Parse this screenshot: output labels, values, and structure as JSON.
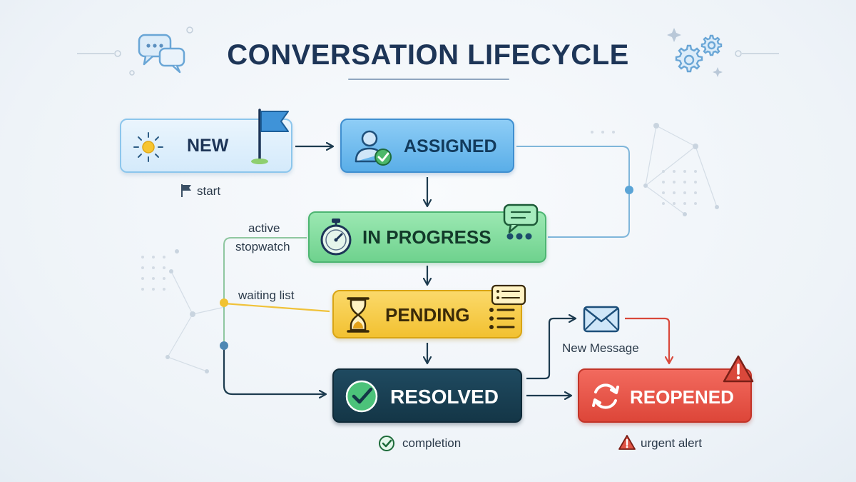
{
  "title": "CONVERSATION LIFECYCLE",
  "nodes": {
    "new": "NEW",
    "assigned": "ASSIGNED",
    "in_progress": "IN PROGRESS",
    "pending": "PENDING",
    "resolved": "RESOLVED",
    "reopened": "REOPENED"
  },
  "notes": {
    "start": "start",
    "active": "active",
    "stopwatch": "stopwatch",
    "waiting_list": "waiting list",
    "new_message": "New Message",
    "completion": "completion",
    "urgent_alert": "urgent alert"
  },
  "colors": {
    "title": "#1d3557",
    "new": "#d4eafb",
    "assigned": "#5aaee8",
    "in_progress": "#6fd28e",
    "pending": "#f2c131",
    "resolved": "#143647",
    "reopened": "#dd4639",
    "arrow": "#1d3b4f",
    "alert_arrow": "#d9483b",
    "connector": "#6fb0d8"
  },
  "icons": [
    "chat-bubbles-icon",
    "gears-icon",
    "sun-icon",
    "flag-icon",
    "user-check-icon",
    "stopwatch-icon",
    "chat-dots-icon",
    "hourglass-icon",
    "list-icon",
    "checkmark-icon",
    "envelope-icon",
    "refresh-icon",
    "warning-icon"
  ]
}
